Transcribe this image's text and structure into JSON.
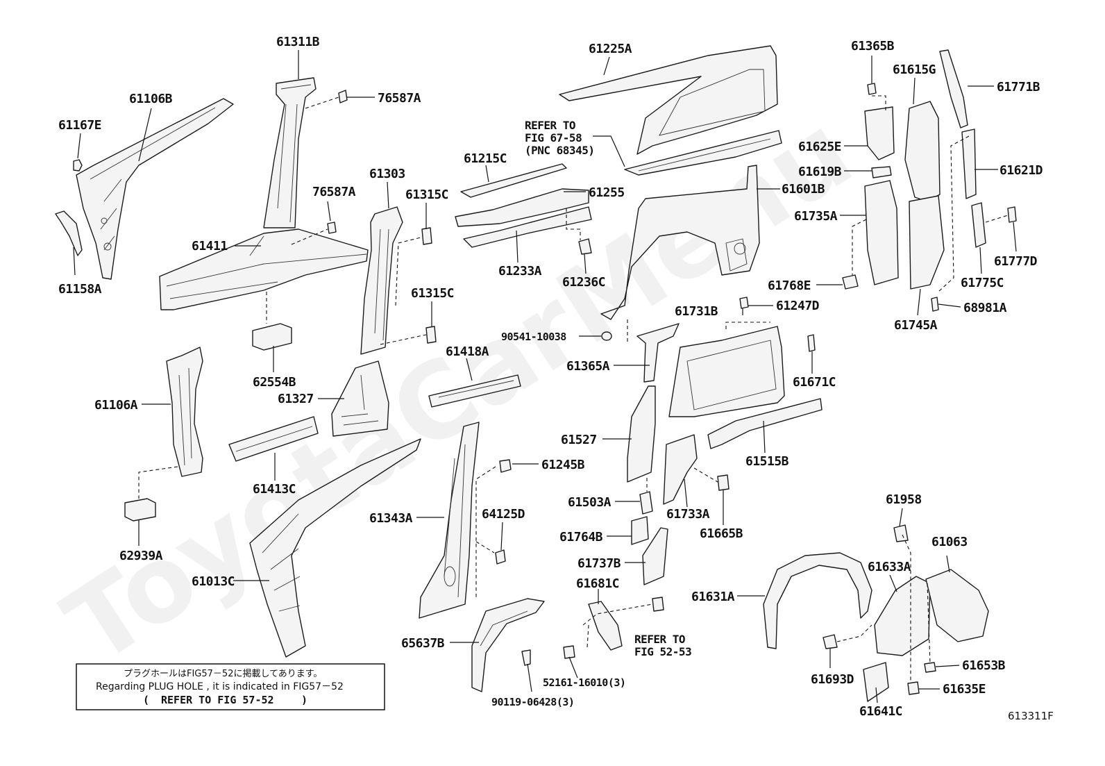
{
  "watermark": "ToyotaCarMenu",
  "figure_id": "613311F",
  "labels": {
    "p61311B": "61311B",
    "p76587A_1": "76587A",
    "p61106B": "61106B",
    "p61167E": "61167E",
    "p76587A_2": "76587A",
    "p61411": "61411",
    "p61158A": "61158A",
    "p61303": "61303",
    "p61315C_1": "61315C",
    "p61315C_2": "61315C",
    "p62554B": "62554B",
    "p61327": "61327",
    "p61106A": "61106A",
    "p61413C": "61413C",
    "p62939A": "62939A",
    "p61013C": "61013C",
    "p61215C": "61215C",
    "p61255": "61255",
    "p61233A": "61233A",
    "p61236C": "61236C",
    "p61225A": "61225A",
    "p61601B": "61601B",
    "p90541": "90541-10038",
    "p61418A": "61418A",
    "p61343A": "61343A",
    "p61245B": "61245B",
    "p64125D": "64125D",
    "p65637B": "65637B",
    "p90119": "90119-06428(3)",
    "p52161": "52161-16010(3)",
    "p61681C": "61681C",
    "p61731B": "61731B",
    "p61247D": "61247D",
    "p61365A": "61365A",
    "p61527": "61527",
    "p61503A": "61503A",
    "p61764B": "61764B",
    "p61737B": "61737B",
    "p61733A": "61733A",
    "p61665B": "61665B",
    "p61671C": "61671C",
    "p61515B": "61515B",
    "p61365B": "61365B",
    "p61615G": "61615G",
    "p61771B": "61771B",
    "p61625E": "61625E",
    "p61619B": "61619B",
    "p61621D": "61621D",
    "p61735A": "61735A",
    "p61768E": "61768E",
    "p61777D": "61777D",
    "p61775C": "61775C",
    "p61745A": "61745A",
    "p68981A": "68981A",
    "p61958": "61958",
    "p61063": "61063",
    "p61633A": "61633A",
    "p61631A": "61631A",
    "p61693D": "61693D",
    "p61653B": "61653B",
    "p61635E": "61635E",
    "p61641C": "61641C"
  },
  "refer_top": {
    "line1": "REFER TO",
    "line2": "FIG 67-58",
    "line3": "(PNC 68345)"
  },
  "refer_mid": {
    "line1": "REFER TO",
    "line2": "FIG 52-53"
  },
  "note": {
    "jp": "プラグホールはFIG57－52に掲載してあります。",
    "en": "Regarding PLUG HOLE , it is indicated in FIG57－52",
    "ref_open": "(",
    "ref": "REFER TO FIG 57-52",
    "ref_close": ")"
  }
}
